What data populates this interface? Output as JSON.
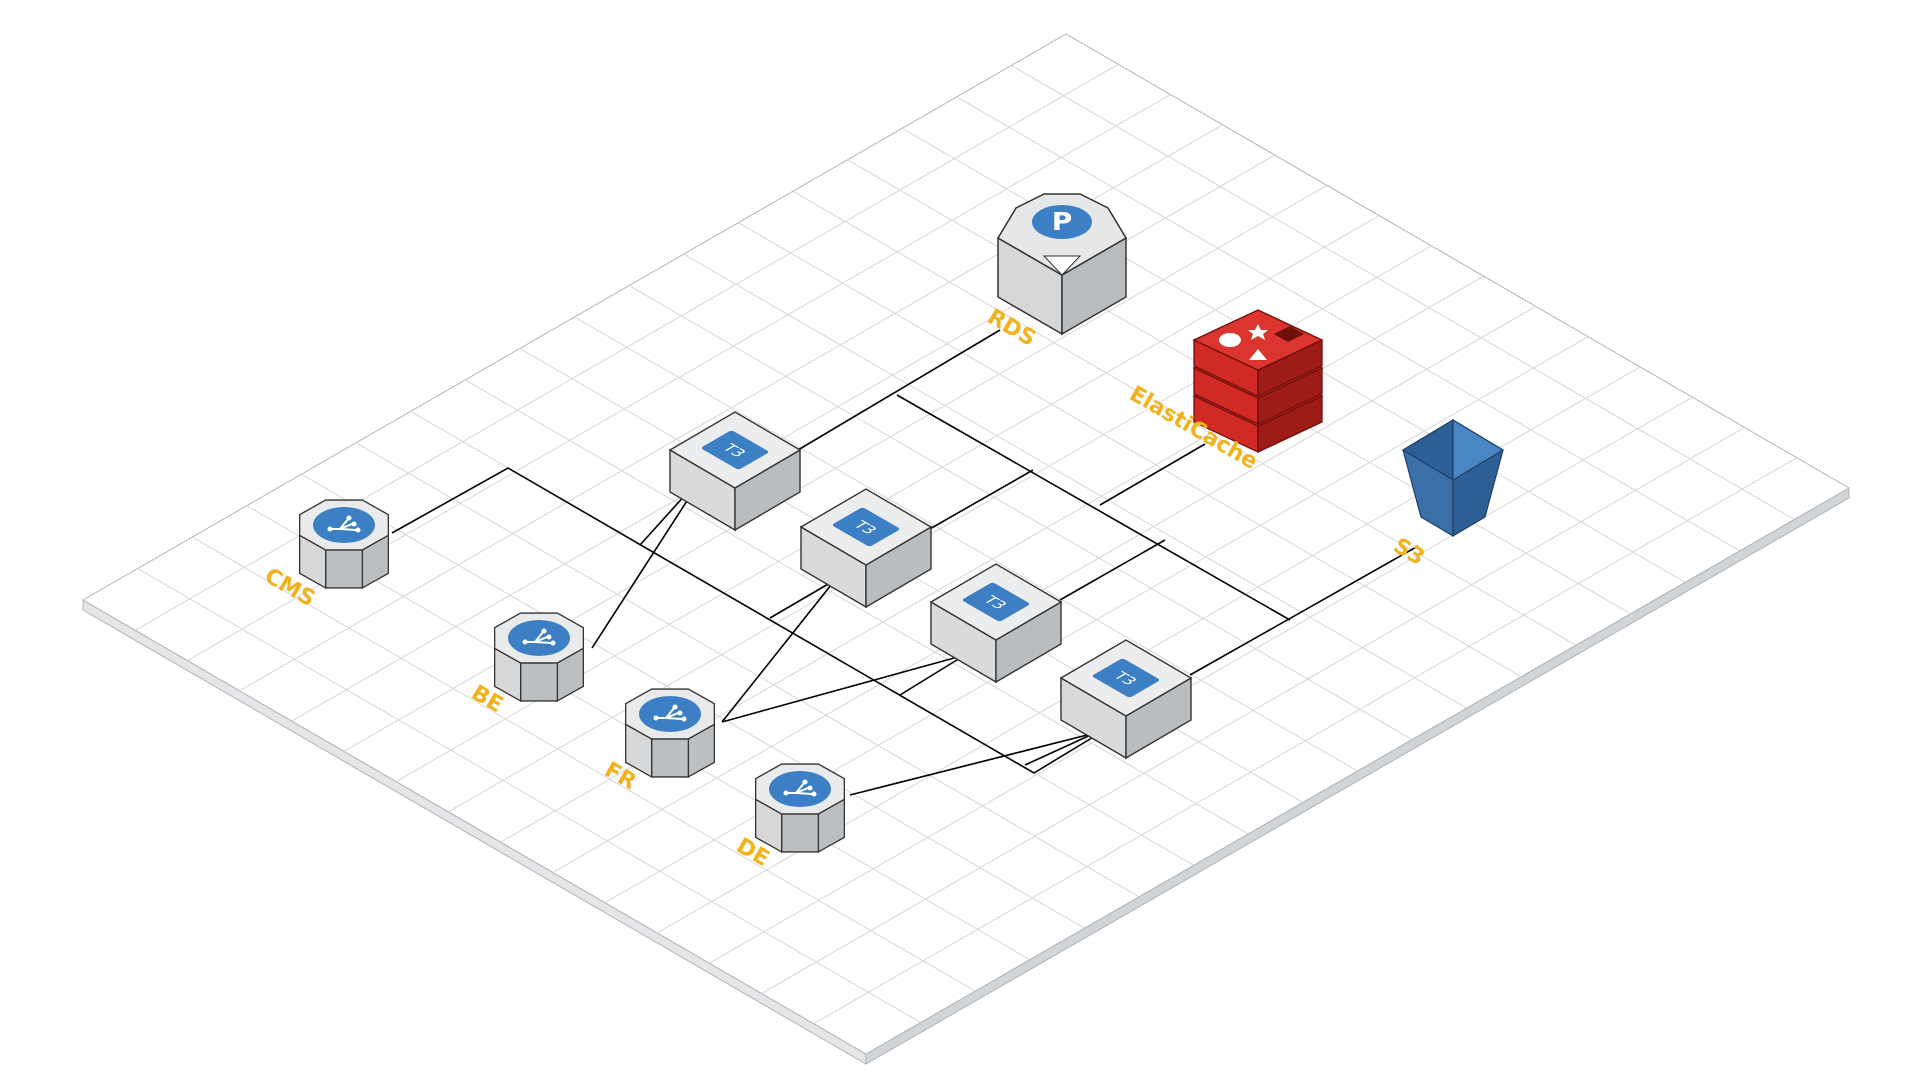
{
  "diagram": {
    "label_color": "#F2B21D",
    "nodes": {
      "rds": {
        "label": "RDS",
        "icon": "rds-postgres-icon"
      },
      "elasticache": {
        "label": "ElastiCache",
        "icon": "redis-stack-icon"
      },
      "s3": {
        "label": "S3",
        "icon": "s3-bucket-icon"
      },
      "cms": {
        "label": "CMS",
        "icon": "load-balancer-icon"
      },
      "be": {
        "label": "BE",
        "icon": "load-balancer-icon"
      },
      "fr": {
        "label": "FR",
        "icon": "load-balancer-icon"
      },
      "de": {
        "label": "DE",
        "icon": "load-balancer-icon"
      },
      "t3_1": {
        "label": "T3",
        "icon": "ec2-instance-icon"
      },
      "t3_2": {
        "label": "T3",
        "icon": "ec2-instance-icon"
      },
      "t3_3": {
        "label": "T3",
        "icon": "ec2-instance-icon"
      },
      "t3_4": {
        "label": "T3",
        "icon": "ec2-instance-icon"
      }
    },
    "colors": {
      "accent_blue": "#3D7FC4",
      "redis_red": "#D12A25",
      "s3_blue": "#2D5F95",
      "grid_line": "#D4D6D8",
      "connector": "#000000"
    }
  }
}
